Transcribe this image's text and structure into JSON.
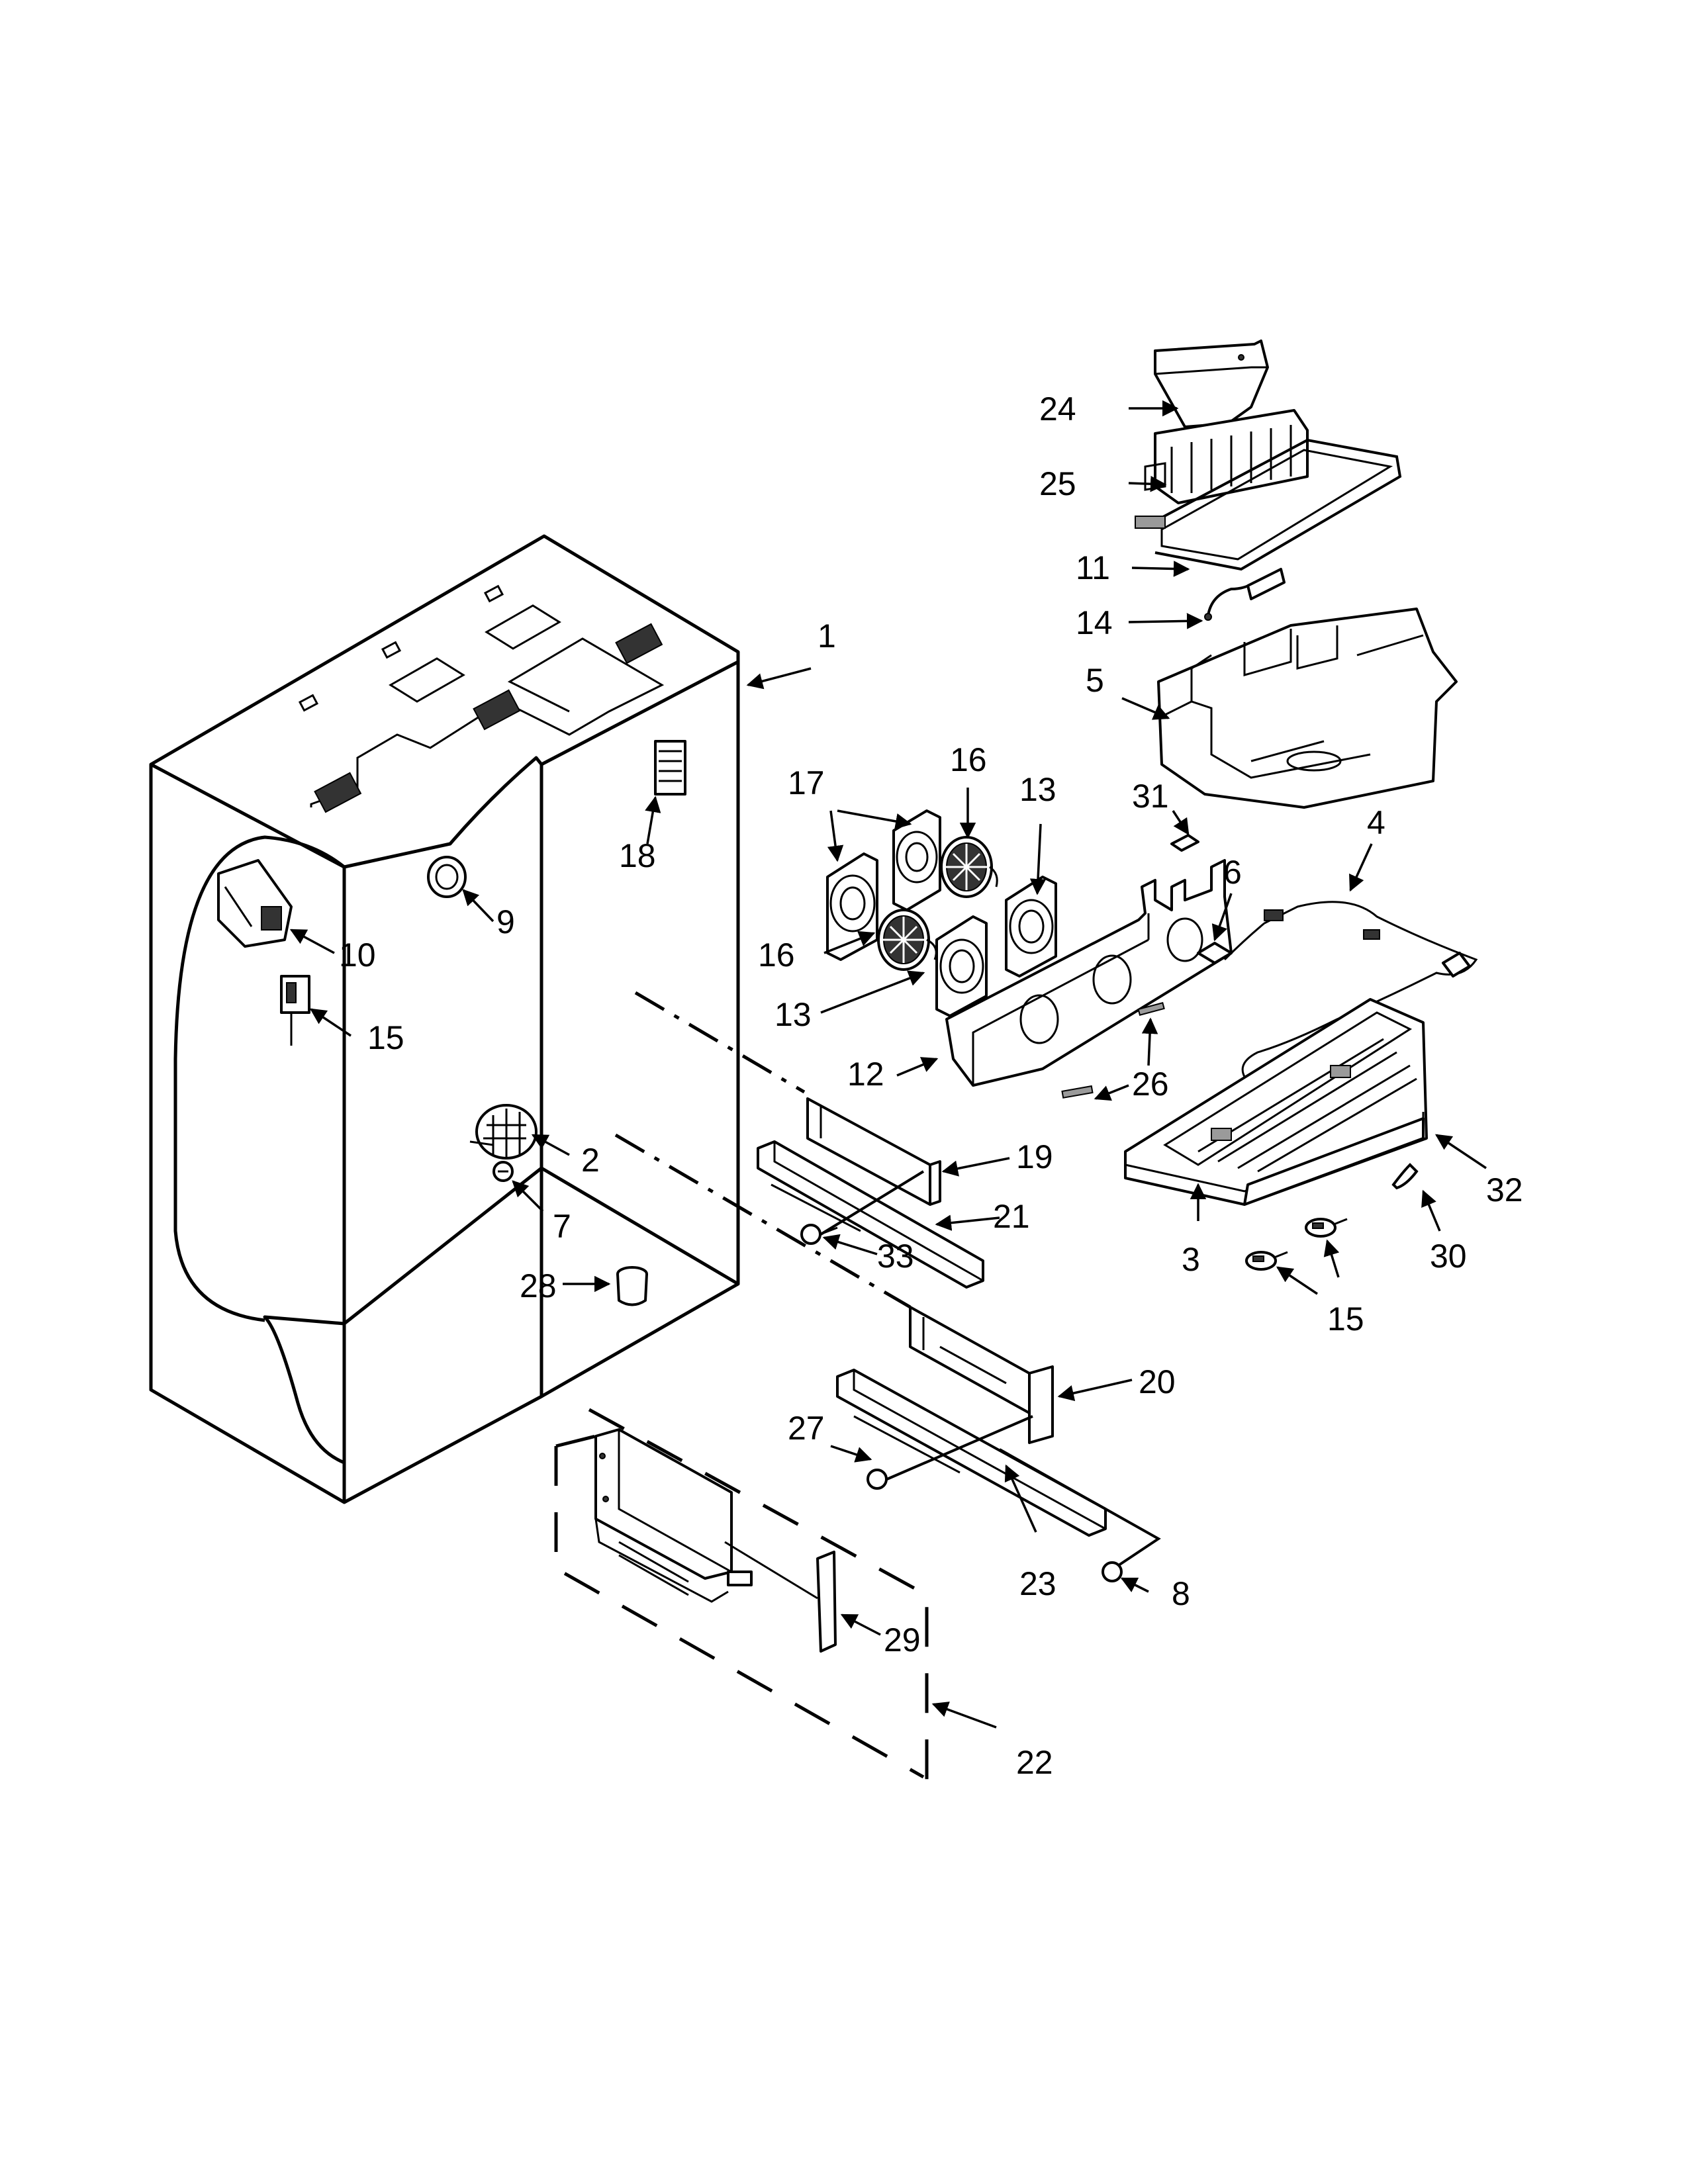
{
  "diagram": {
    "background": "#ffffff",
    "ink": "#000000",
    "callouts": [
      {
        "id": "c1",
        "text": "1"
      },
      {
        "id": "c2",
        "text": "2"
      },
      {
        "id": "c3",
        "text": "3"
      },
      {
        "id": "c4",
        "text": "4"
      },
      {
        "id": "c5",
        "text": "5"
      },
      {
        "id": "c6",
        "text": "6"
      },
      {
        "id": "c7",
        "text": "7"
      },
      {
        "id": "c8",
        "text": "8"
      },
      {
        "id": "c9",
        "text": "9"
      },
      {
        "id": "c10",
        "text": "10"
      },
      {
        "id": "c11",
        "text": "11"
      },
      {
        "id": "c12",
        "text": "12"
      },
      {
        "id": "c13a",
        "text": "13"
      },
      {
        "id": "c13b",
        "text": "13"
      },
      {
        "id": "c14",
        "text": "14"
      },
      {
        "id": "c15a",
        "text": "15"
      },
      {
        "id": "c15b",
        "text": "15"
      },
      {
        "id": "c16a",
        "text": "16"
      },
      {
        "id": "c16b",
        "text": "16"
      },
      {
        "id": "c17",
        "text": "17"
      },
      {
        "id": "c18",
        "text": "18"
      },
      {
        "id": "c19",
        "text": "19"
      },
      {
        "id": "c20",
        "text": "20"
      },
      {
        "id": "c21",
        "text": "21"
      },
      {
        "id": "c22",
        "text": "22"
      },
      {
        "id": "c23",
        "text": "23"
      },
      {
        "id": "c24",
        "text": "24"
      },
      {
        "id": "c25",
        "text": "25"
      },
      {
        "id": "c26",
        "text": "26"
      },
      {
        "id": "c27",
        "text": "27"
      },
      {
        "id": "c28",
        "text": "28"
      },
      {
        "id": "c29",
        "text": "29"
      },
      {
        "id": "c30",
        "text": "30"
      },
      {
        "id": "c31",
        "text": "31"
      },
      {
        "id": "c32",
        "text": "32"
      },
      {
        "id": "c33",
        "text": "33"
      }
    ]
  }
}
